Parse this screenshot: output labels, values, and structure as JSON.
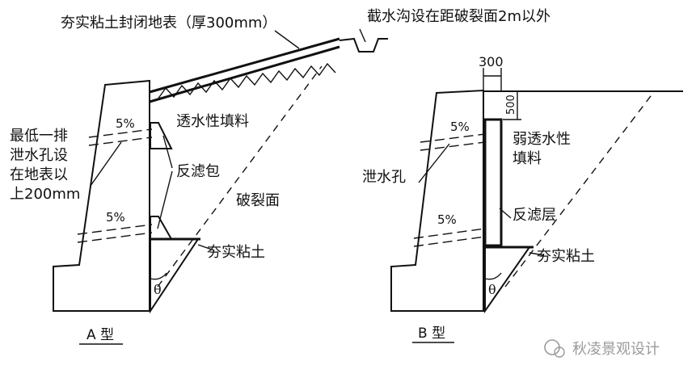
{
  "labels": {
    "a_compacted_cover": "夯实粘土封闭地表（厚300mm）",
    "intercept_ditch": "截水沟设在距破裂面2m以外",
    "a_permeable_fill": "透水性填料",
    "slope_5pct": "5%",
    "a_weep_note": [
      "最低一排",
      "泄水孔设",
      "在地表以",
      "上200mm"
    ],
    "a_filter_pack": "反滤包",
    "rupture_plane": "破裂面",
    "compacted_clay": "夯实粘土",
    "theta": "θ",
    "a_type": "A 型",
    "b_dim_300": "300",
    "b_dim_500": "500",
    "b_weak_fill": [
      "弱透水性",
      "填料"
    ],
    "b_weep_hole": "泄水孔",
    "b_filter_layer": "反滤层",
    "b_type": "B 型",
    "watermark": "秋凌景观设计"
  },
  "colors": {
    "ink": "#111111",
    "watermark": "#9a9a9a"
  }
}
